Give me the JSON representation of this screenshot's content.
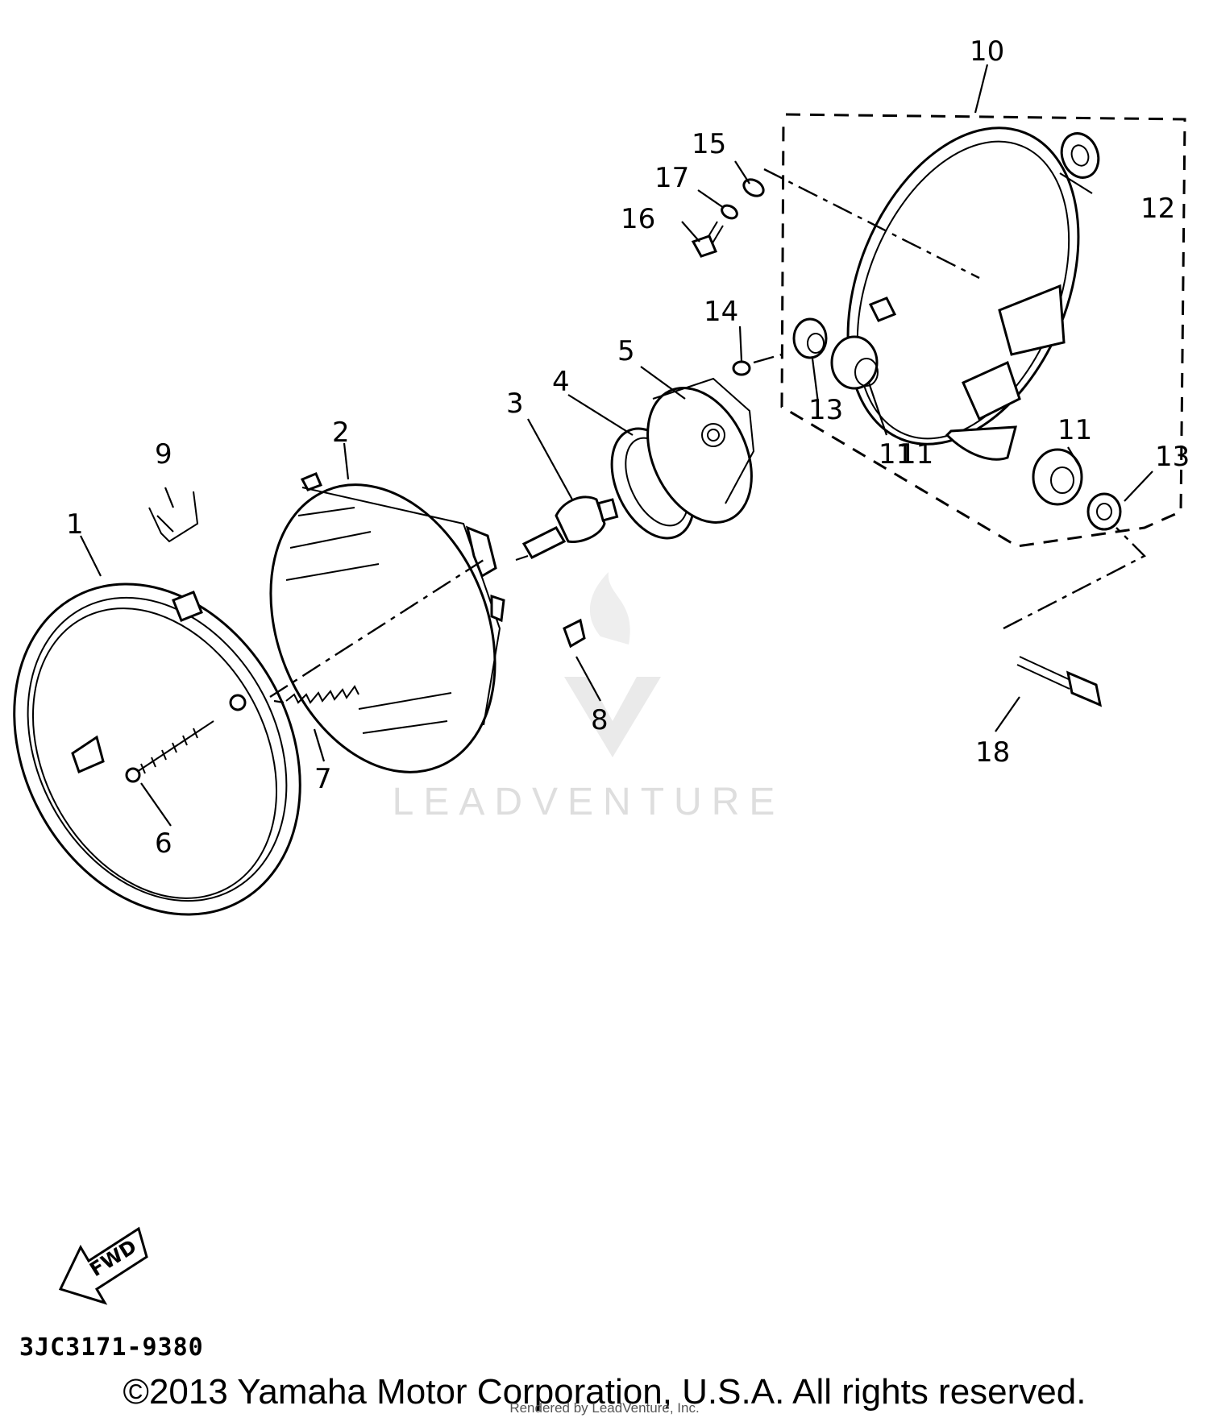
{
  "diagram": {
    "callouts": [
      "1",
      "2",
      "3",
      "4",
      "5",
      "6",
      "7",
      "8",
      "9",
      "10",
      "11",
      "11",
      "11",
      "12",
      "13",
      "13",
      "14",
      "15",
      "16",
      "17",
      "18"
    ],
    "fwd_label": "FWD",
    "code": "3JC3171-9380",
    "copyright": "©2013 Yamaha Motor Corporation, U.S.A. All rights reserved.",
    "rendered_by": "Rendered by LeadVenture, Inc.",
    "watermark": "LEADVENTURE"
  }
}
